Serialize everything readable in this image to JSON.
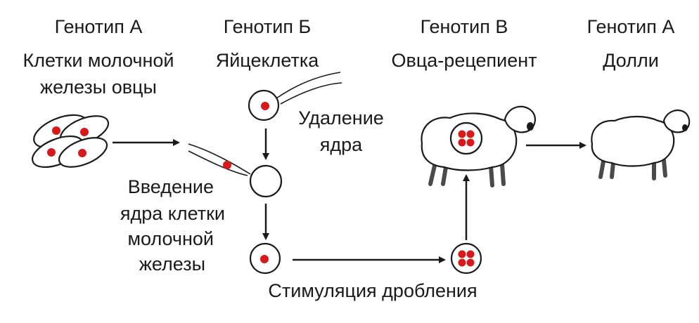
{
  "columns": {
    "col1": {
      "genotype": "Генотип А",
      "line1": "Клетки молочной",
      "line2": "железы овцы"
    },
    "col2": {
      "genotype": "Генотип Б",
      "line1": "Яйцеклетка"
    },
    "col3": {
      "genotype": "Генотип В",
      "line1": "Овца-рецепиент"
    },
    "col4": {
      "genotype": "Генотип А",
      "line1": "Долли"
    }
  },
  "steps": {
    "nucleus_removal": [
      "Удаление",
      "ядра"
    ],
    "nucleus_insertion": [
      "Введение",
      "ядра клетки",
      "молочной",
      "железы"
    ],
    "cleavage": "Стимуляция дробления"
  },
  "colors": {
    "nucleus": "#d7191c",
    "stroke": "#1a1a1a",
    "sheep_leg": "#4a4a4a"
  }
}
